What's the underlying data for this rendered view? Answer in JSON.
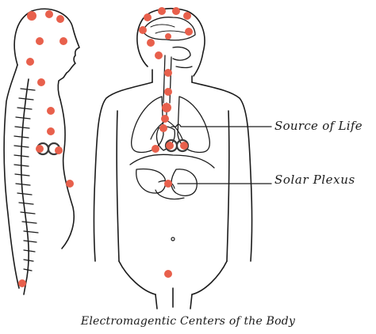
{
  "labels": {
    "source_of_life": "Source of Life",
    "solar_plexus": "Solar Plexus"
  },
  "caption": "Electromagentic Centers of the Body",
  "colors": {
    "center_dot": "#e8604c",
    "line_art": "#1c1c1c"
  }
}
